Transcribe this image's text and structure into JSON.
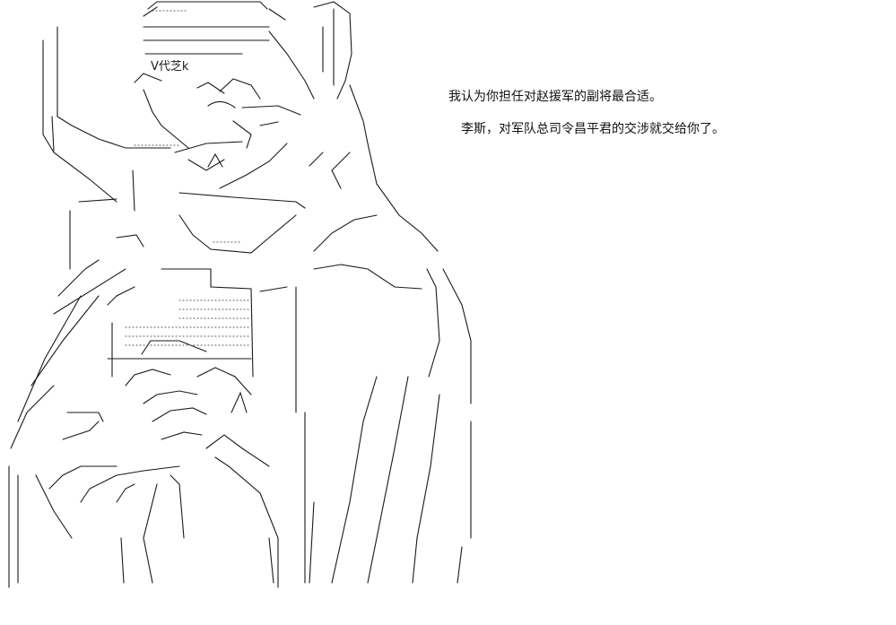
{
  "artwork": {
    "kind": "ascii-art-figure",
    "stroke_color": "#1a1a1a",
    "dot_color": "#555555",
    "embedded_text": "V代芝k"
  },
  "dialogue": {
    "line1": "我认为你担任对赵援军的副将最合适。",
    "line2": "李斯，对军队总司令昌平君的交涉就交给你了。",
    "text_color": "#111111"
  }
}
